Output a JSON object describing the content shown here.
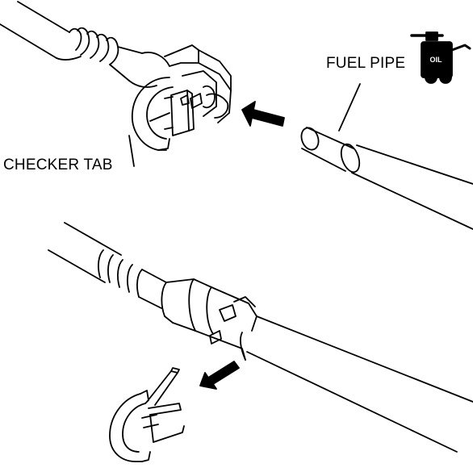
{
  "labels": {
    "fuel_pipe": "FUEL PIPE",
    "checker_tab": "CHECKER TAB",
    "oil_icon_text": "OIL"
  },
  "icons": {
    "oil_can": "oil-can-icon",
    "arrow_insert": "arrow-right-icon",
    "arrow_remove": "arrow-down-left-icon"
  },
  "colors": {
    "line": "#000000",
    "background": "#ffffff"
  }
}
